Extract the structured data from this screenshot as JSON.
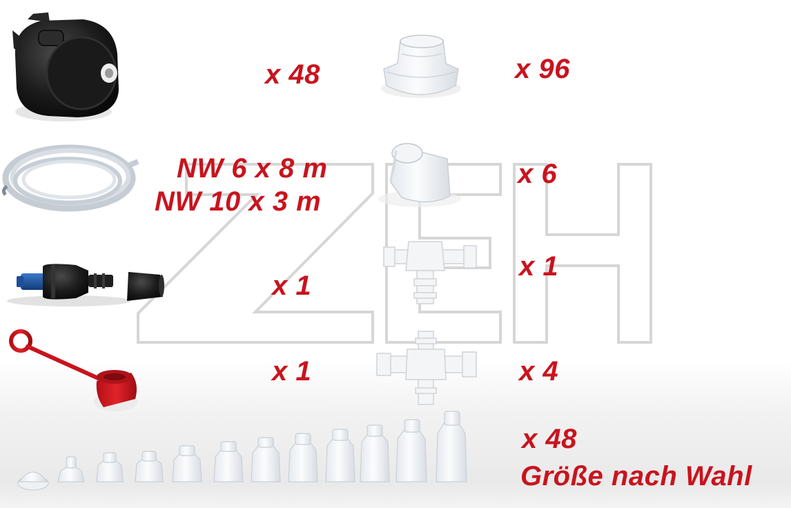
{
  "labels": {
    "cap": "x 48",
    "ring": "x 96",
    "hose_1": "NW 6 x 8 m",
    "hose_2": "NW 10 x 3 m",
    "sleeve": "x 6",
    "coupling": "x 1",
    "tee": "x 1",
    "dust_cap": "x 1",
    "cross": "x 4",
    "cones_qty": "x 48",
    "cones_note": "Größe nach Wahl"
  },
  "watermark": "ZEH",
  "colors": {
    "accent": "#c8141e",
    "watermark_stroke": "#d6d6d6"
  },
  "items": [
    "battery-vent-cap-image",
    "sealing-ring-image",
    "transparent-hose-image",
    "sleeve-adapter-image",
    "filler-coupling-image",
    "tee-connector-image",
    "red-dust-cap-image",
    "cross-connector-image",
    "cone-set-image"
  ]
}
